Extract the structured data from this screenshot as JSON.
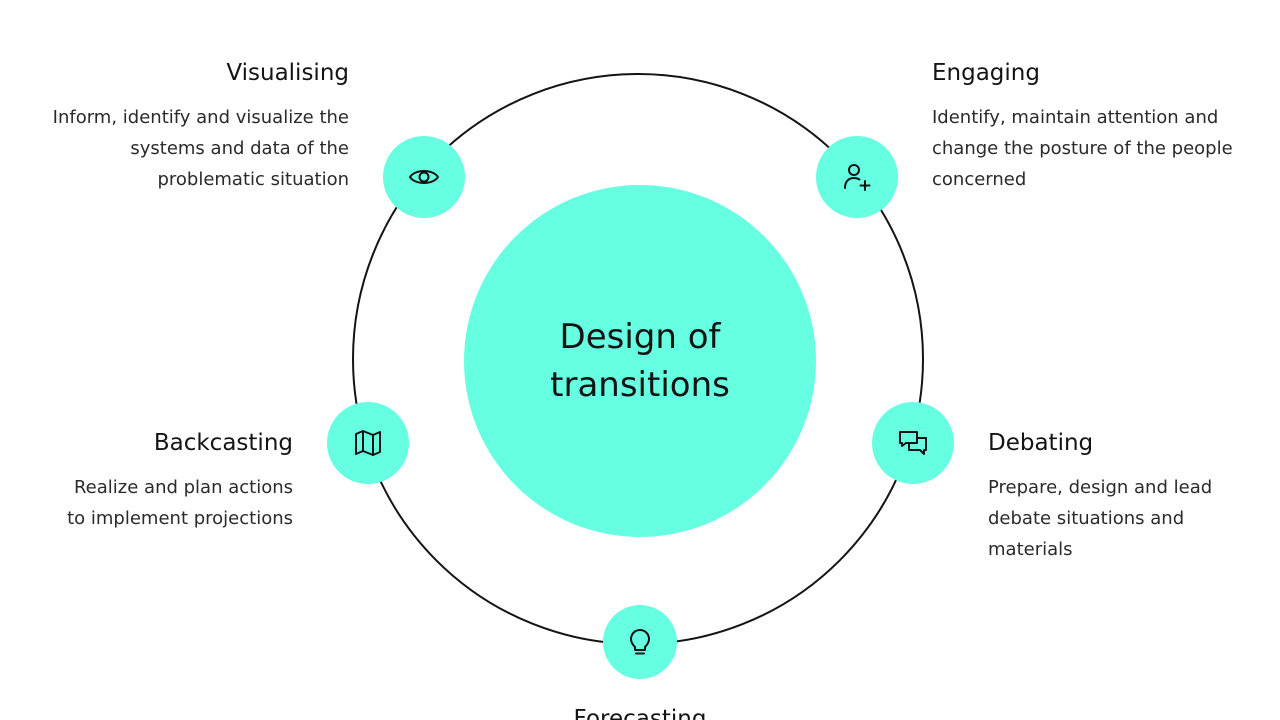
{
  "center": {
    "title": "Design of transitions"
  },
  "colors": {
    "accent": "#66ffe2",
    "ring": "#141414",
    "text": "#141414"
  },
  "stages": [
    {
      "title": "Visualising",
      "description": "Inform, identify and visualize the systems and data of the problematic situation",
      "icon": "eye-icon"
    },
    {
      "title": "Engaging",
      "description": "Identify, maintain attention and change the posture of the people concerned",
      "icon": "user-plus-icon"
    },
    {
      "title": "Backcasting",
      "description": "Realize and plan actions to implement projections",
      "icon": "map-icon"
    },
    {
      "title": "Debating",
      "description": "Prepare, design and lead debate situations and materials",
      "icon": "chat-bubbles-icon"
    },
    {
      "title": "Forecasting",
      "description": "",
      "icon": "lightbulb-icon"
    }
  ]
}
